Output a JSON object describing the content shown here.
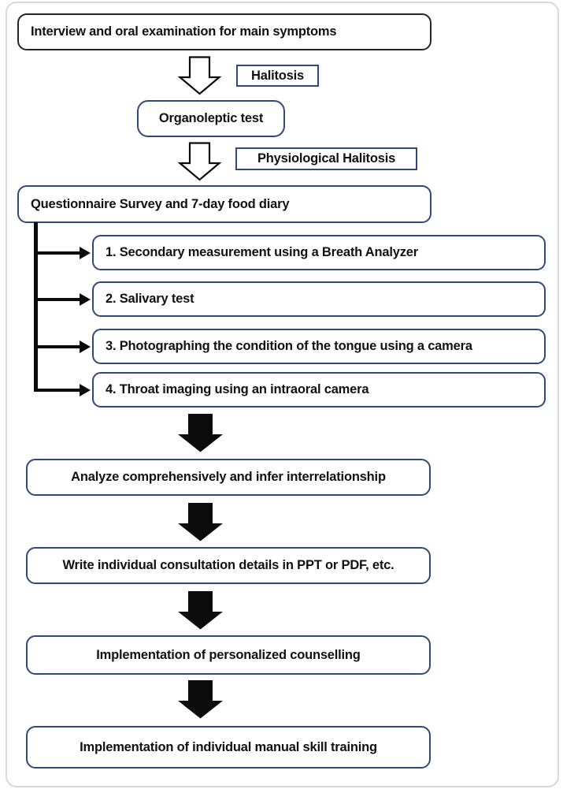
{
  "colors": {
    "navy_border": "#2f4a7a",
    "black_border": "#262626",
    "arrow_black": "#0b0b0b",
    "text": "#111111",
    "frame": "#d9d9d9",
    "background": "#ffffff"
  },
  "flow": {
    "top_box": "Interview and oral examination for main symptoms",
    "halitosis_label": "Halitosis",
    "organoleptic_box": "Organoleptic test",
    "physiological_label": "Physiological Halitosis",
    "questionnaire_box": "Questionnaire Survey and 7-day food diary",
    "branches": [
      "1. Secondary measurement using a Breath Analyzer",
      "2. Salivary test",
      "3. Photographing the condition of the tongue using a camera",
      "4. Throat imaging using an intraoral camera"
    ],
    "bottom_boxes": [
      "Analyze comprehensively and infer interrelationship",
      "Write individual consultation details in PPT or PDF, etc.",
      "Implementation of personalized counselling",
      "Implementation of individual manual skill training"
    ]
  }
}
